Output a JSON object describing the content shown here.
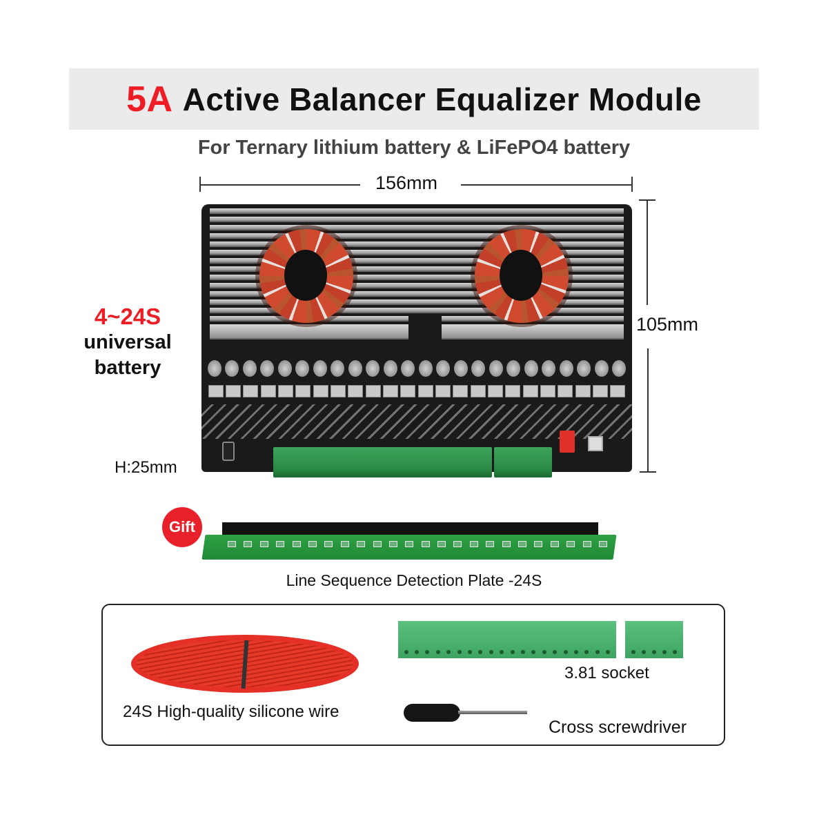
{
  "header": {
    "highlight": "5A",
    "title": "Active Balancer Equalizer Module",
    "highlight_color": "#ee1c25",
    "banner_bg": "#ebebeb"
  },
  "subtitle": "For Ternary lithium battery & LiFePO4  battery",
  "dimensions": {
    "width": "156mm",
    "height": "105mm",
    "thickness": "H:25mm"
  },
  "compatibility": {
    "range": "4~24S",
    "line1": "universal",
    "line2": "battery"
  },
  "board": {
    "toroid_count": 2,
    "capacitor_count": 24,
    "terminal_blocks": [
      "main",
      "secondary"
    ]
  },
  "gift": {
    "badge": "Gift",
    "caption": "Line Sequence Detection Plate  -24S",
    "badge_color": "#e8202a"
  },
  "accessories": {
    "wire_label": "24S High-quality silicone wire",
    "socket_label": "3.81 socket",
    "screwdriver_label": "Cross screwdriver"
  }
}
